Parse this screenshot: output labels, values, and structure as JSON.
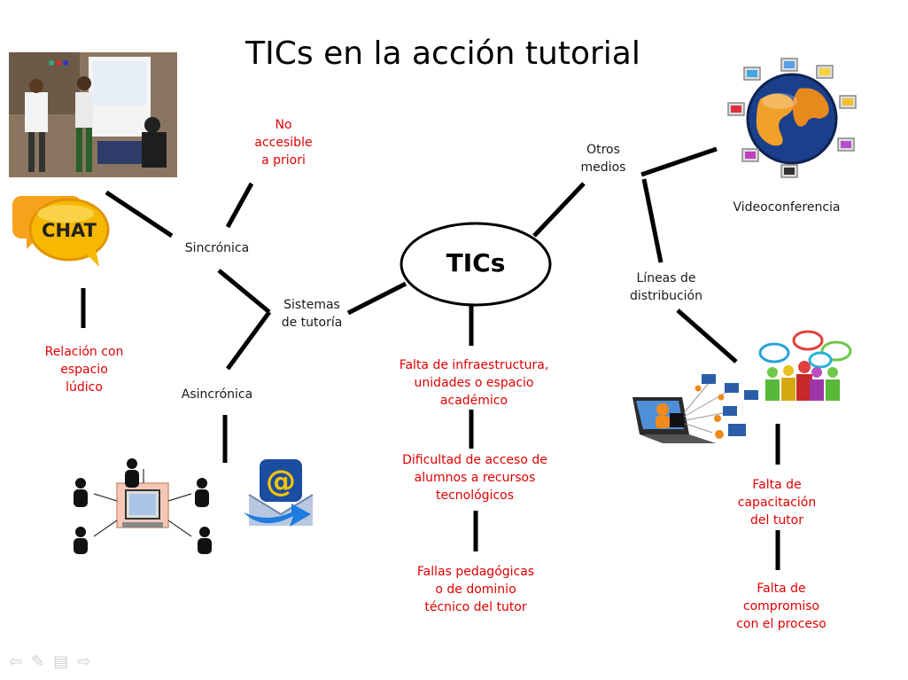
{
  "title": "TICs en la acción tutorial",
  "center": "TICs",
  "labels": {
    "no_accesible": "No\naccesible\na priori",
    "sincronica": "Sincrónica",
    "asincronica": "Asincrónica",
    "sistemas": "Sistemas\nde tutoría",
    "relacion": "Relación con\nespacio\nlúdico",
    "otros_medios": "Otros\nmedios",
    "videoconferencia": "Videoconferencia",
    "lineas": "Líneas de\ndistribución",
    "falta_infra": "Falta de infraestructura,\nunidades o espacio\nacadémico",
    "dificultad": "Dificultad de acceso de\nalumnos a recursos\ntecnológicos",
    "fallas": "Fallas pedagógicas\no de dominio\ntécnico del tutor",
    "capacitacion": "Falta de\ncapacitación\ndel tutor",
    "compromiso": "Falta de\ncompromiso\ncon el proceso"
  },
  "chat_icon": {
    "text": "CHAT",
    "icon": "chat-bubbles-icon"
  },
  "email_icon": {
    "text": "@",
    "icon": "email-icon"
  },
  "icons": [
    "classroom-photo",
    "chat-bubbles-icon",
    "network-users-icon",
    "email-icon",
    "globe-network-icon",
    "laptop-network-icon",
    "people-talking-icon"
  ],
  "navigation": [
    "back-arrow-icon",
    "pen-icon",
    "menu-icon",
    "forward-arrow-icon"
  ],
  "colors": {
    "accent_red": "#e00000",
    "chat_yellow": "#f6b800",
    "line": "#000000"
  }
}
